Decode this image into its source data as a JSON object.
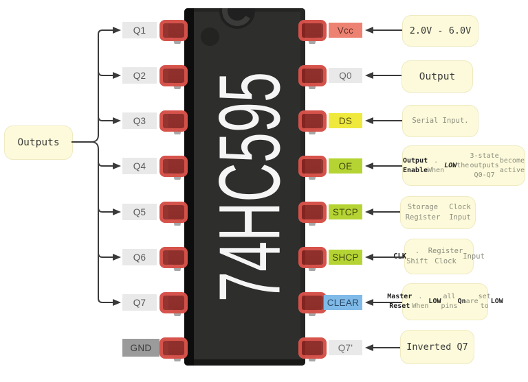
{
  "title": "74HC595 pinout diagram",
  "chip": {
    "label": "74HC595"
  },
  "outputs_group": {
    "label": "Outputs"
  },
  "pins": {
    "left": [
      {
        "label": "Q1",
        "bg": "#e9e9e9",
        "fg": "#575757"
      },
      {
        "label": "Q2",
        "bg": "#e9e9e9",
        "fg": "#575757"
      },
      {
        "label": "Q3",
        "bg": "#e9e9e9",
        "fg": "#575757"
      },
      {
        "label": "Q4",
        "bg": "#e9e9e9",
        "fg": "#575757"
      },
      {
        "label": "Q5",
        "bg": "#e9e9e9",
        "fg": "#575757"
      },
      {
        "label": "Q6",
        "bg": "#e9e9e9",
        "fg": "#575757"
      },
      {
        "label": "Q7",
        "bg": "#e9e9e9",
        "fg": "#575757"
      },
      {
        "label": "GND",
        "bg": "#9b9b9b",
        "fg": "#3d3d3d"
      }
    ],
    "right": [
      {
        "label": "Vcc",
        "bg": "#ed8272",
        "fg": "#5f3029"
      },
      {
        "label": "Q0",
        "bg": "#e9e9e9",
        "fg": "#6a6a6a"
      },
      {
        "label": "DS",
        "bg": "#efe83d",
        "fg": "#4f4b14"
      },
      {
        "label": "OE",
        "bg": "#b5d434",
        "fg": "#42490f"
      },
      {
        "label": "STCP",
        "bg": "#b5d434",
        "fg": "#42490f"
      },
      {
        "label": "SHCP",
        "bg": "#b5d434",
        "fg": "#42490f"
      },
      {
        "label": "CLEAR",
        "bg": "#7fbae8",
        "fg": "#2e4a67"
      },
      {
        "label": "Q7'",
        "bg": "#e9e9e9",
        "fg": "#6a6a6a"
      }
    ]
  },
  "annotations": [
    {
      "name": "vcc-note",
      "segments": [
        {
          "t": "2.0V - 6.0V",
          "s": "dark"
        }
      ]
    },
    {
      "name": "q0-note",
      "segments": [
        {
          "t": "Output",
          "s": "dark"
        }
      ]
    },
    {
      "name": "ds-note",
      "segments": [
        {
          "t": "Serial Input.",
          "s": "muted"
        }
      ]
    },
    {
      "name": "oe-note",
      "segments": [
        {
          "t": "Output Enable",
          "s": "bold"
        },
        {
          "t": ". When ",
          "s": "muted"
        },
        {
          "t": "LOW",
          "s": "boldItalic"
        },
        {
          "t": " the",
          "s": "muted"
        },
        {
          "br": true
        },
        {
          "t": "3-state outputs Q0-Q7",
          "s": "muted"
        },
        {
          "br": true
        },
        {
          "t": "become active",
          "s": "muted"
        }
      ]
    },
    {
      "name": "stcp-note",
      "segments": [
        {
          "t": "Storage Register",
          "s": "muted"
        },
        {
          "br": true
        },
        {
          "t": "Clock Input",
          "s": "muted"
        }
      ]
    },
    {
      "name": "shcp-note",
      "segments": [
        {
          "t": "CLK",
          "s": "bold"
        },
        {
          "t": ". Shift",
          "s": "muted"
        },
        {
          "br": true
        },
        {
          "t": "Register Clock",
          "s": "muted"
        },
        {
          "br": true
        },
        {
          "t": "Input",
          "s": "muted"
        }
      ]
    },
    {
      "name": "clear-note",
      "segments": [
        {
          "t": "Master Reset",
          "s": "bold"
        },
        {
          "t": ". When",
          "s": "muted"
        },
        {
          "br": true
        },
        {
          "t": "LOW",
          "s": "bold"
        },
        {
          "t": " all pins ",
          "s": "muted"
        },
        {
          "t": "Qn",
          "s": "bold"
        },
        {
          "t": " are",
          "s": "muted"
        },
        {
          "br": true
        },
        {
          "t": "set to ",
          "s": "muted"
        },
        {
          "t": "LOW",
          "s": "bold"
        }
      ]
    },
    {
      "name": "q7inv-note",
      "segments": [
        {
          "t": "Inverted Q7",
          "s": "dark"
        }
      ]
    }
  ],
  "colors": {
    "note_bg": "#fcfada",
    "wire": "#3a3a3a",
    "pin_highlight": "#e05850",
    "chip_body": "#2e2e2c"
  }
}
